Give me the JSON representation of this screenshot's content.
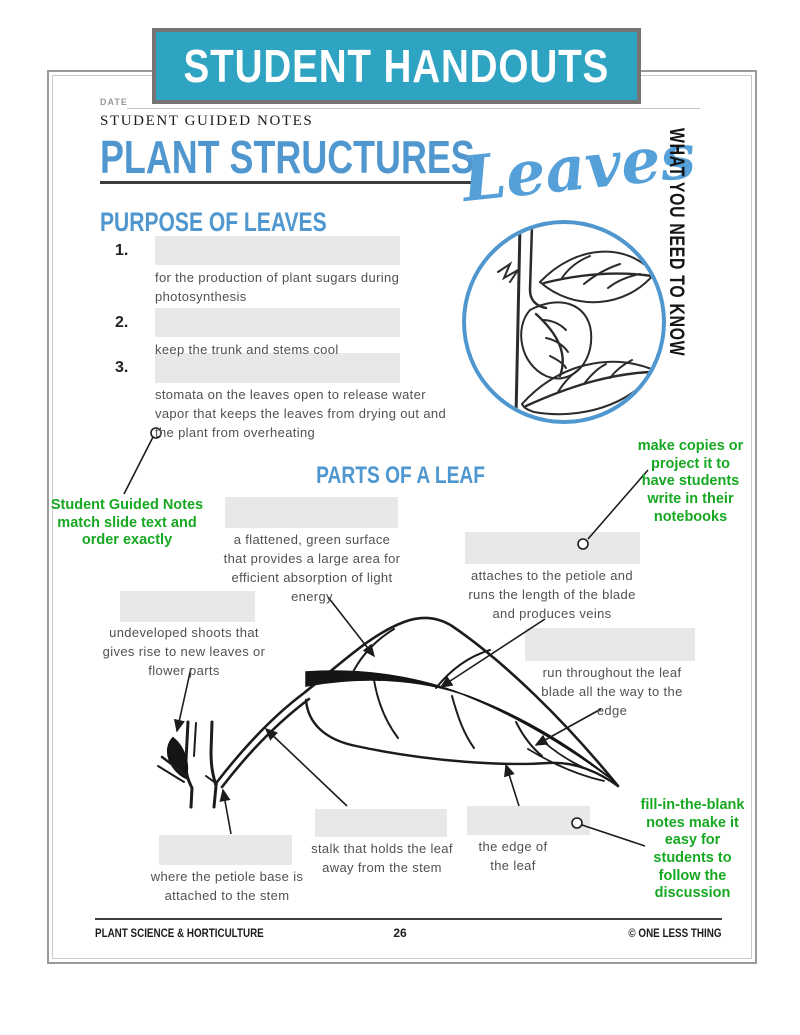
{
  "banner": {
    "title": "STUDENT HANDOUTS"
  },
  "header": {
    "date_label": "DATE",
    "kicker": "STUDENT GUIDED NOTES",
    "title": "PLANT STRUCTURES",
    "script_title": "Leaves",
    "vertical_note": "WHAT YOU NEED TO KNOW"
  },
  "purpose_section": {
    "heading": "PURPOSE OF LEAVES",
    "items": [
      {
        "number": "1.",
        "caption": "for the production of plant sugars during\nphotosynthesis"
      },
      {
        "number": "2.",
        "caption": "keep the trunk and stems cool"
      },
      {
        "number": "3.",
        "caption": "stomata on the leaves open to release water\nvapor that keeps the leaves from drying out and\nthe plant from overheating"
      }
    ]
  },
  "parts_section": {
    "heading": "PARTS OF A LEAF",
    "labels": [
      {
        "caption": "a flattened, green surface\nthat provides a large area for\nefficient absorption of light\nenergy"
      },
      {
        "caption": "attaches to the petiole and\nruns the length of the blade\nand produces veins"
      },
      {
        "caption": "undeveloped shoots that\ngives rise to new leaves or\nflower parts"
      },
      {
        "caption": "run throughout the leaf\nblade all the way to the\nedge"
      },
      {
        "caption": "stalk that holds the leaf\naway from the stem"
      },
      {
        "caption": "the edge of\nthe leaf"
      },
      {
        "caption": "where the petiole base is\nattached to the stem"
      }
    ]
  },
  "annotations": {
    "match_notes": "Student Guided Notes\nmatch slide text and\norder exactly",
    "make_copies": "make copies or\nproject it to\nhave students\nwrite in their\nnotebooks",
    "fill_blank": "fill-in-the-blank\nnotes make it\neasy for\nstudents to\nfollow the\ndiscussion"
  },
  "footer": {
    "left": "PLANT SCIENCE & HORTICULTURE",
    "page_number": "26",
    "right": "© ONE LESS THING"
  },
  "colors": {
    "banner_teal": "#2ea4c2",
    "heading_blue": "#4f97ce",
    "annotation_green": "#17a822",
    "blank_gray": "#e8e8e8",
    "page_number_blue": "#4f97ce"
  }
}
